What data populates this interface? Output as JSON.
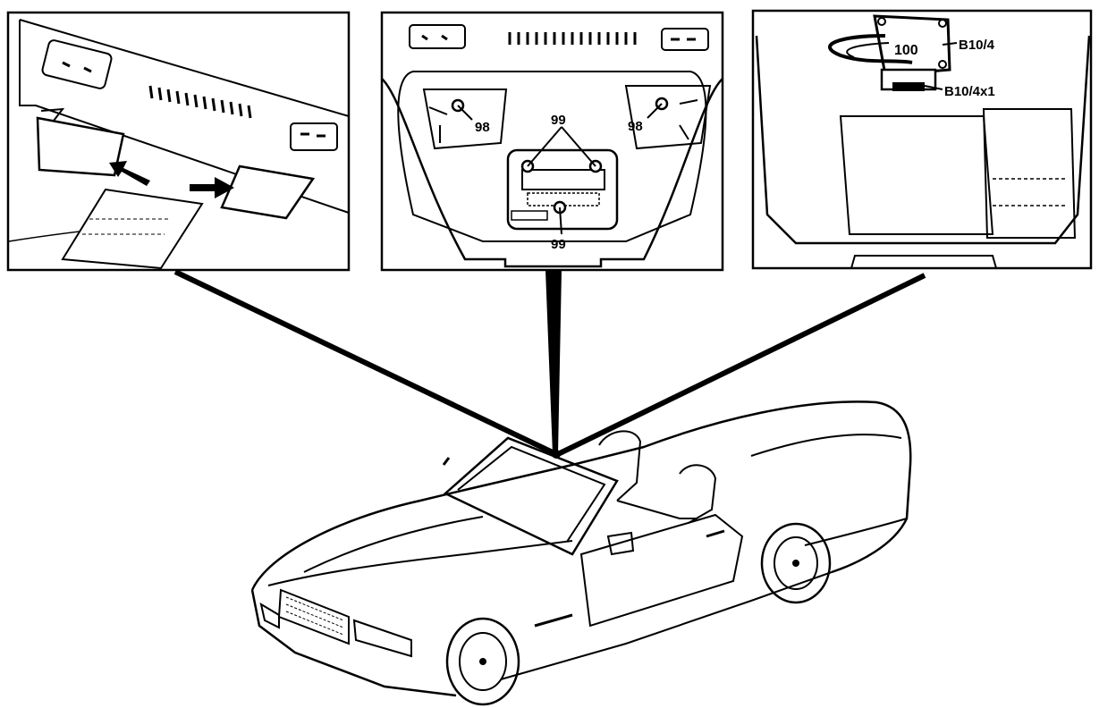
{
  "panels": [
    {
      "id": "left",
      "icons": [
        "arrow-icon",
        "arrow-icon"
      ]
    },
    {
      "id": "middle",
      "labels": [
        "98",
        "98",
        "99",
        "99"
      ]
    },
    {
      "id": "right",
      "labels": [
        "100",
        "B10/4",
        "B10/4x1"
      ]
    }
  ],
  "callouts": {
    "screw_left": "98",
    "screw_right": "98",
    "screw_top": "99",
    "screw_bottom": "99",
    "connector": "100",
    "sensor": "B10/4",
    "sensor_plug": "B10/4x1"
  },
  "colors": {
    "ink": "#000000",
    "paper": "#ffffff"
  }
}
